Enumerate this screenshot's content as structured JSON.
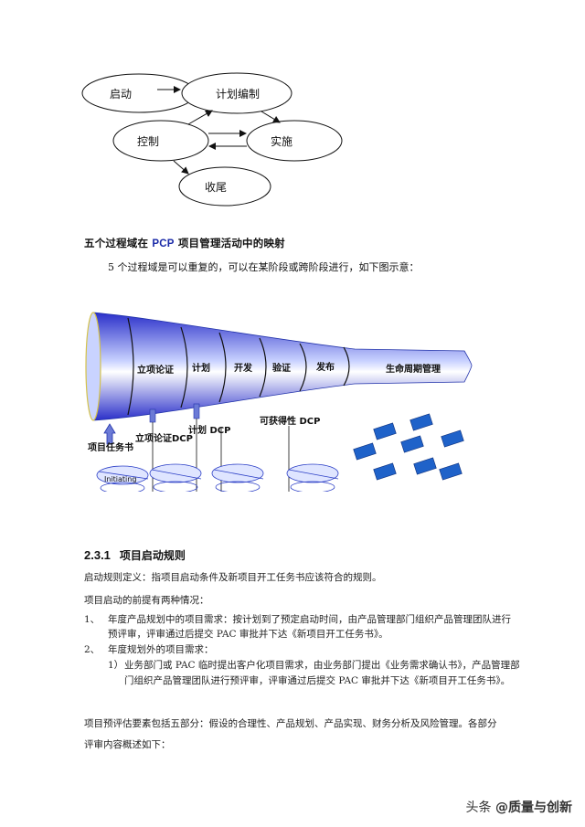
{
  "process_diagram": {
    "nodes": {
      "start": "启动",
      "plan": "计划编制",
      "control": "控制",
      "execute": "实施",
      "close": "收尾"
    }
  },
  "caption": {
    "prefix": "五个过程域在 ",
    "brand": "PCP",
    "suffix": " 项目管理活动中的映射"
  },
  "intro": "5 个过程域是可以重复的，可以在某阶段或跨阶段进行，如下图示意：",
  "funnel": {
    "stages": [
      "立项论证",
      "计划",
      "开发",
      "验证",
      "发布",
      "生命周期管理"
    ],
    "dcp_labels": [
      "立项论证DCP",
      "计划 DCP",
      "可获得性 DCP"
    ],
    "task_label": "项目任务书",
    "cycle_label": "Initiating"
  },
  "section": {
    "number": "2.3.1",
    "title": "项目启动规则"
  },
  "paragraphs": {
    "definition": "启动规则定义：指项目启动条件及新项目开工任务书应该符合的规则。",
    "premise": "项目启动的前提有两种情况：",
    "item1_num": "1、",
    "item1_line1": "年度产品规划中的项目需求：按计划到了预定启动时间，由产品管理部门组织产品管理团队进行",
    "item1_line2": "预评审，评审通过后提交 PAC 审批并下达《新项目开工任务书》。",
    "item2_num": "2、",
    "item2_line1": "年度规划外的项目需求：",
    "sub1_num": "1）",
    "sub1_line1": "业务部门或 PAC 临时提出客户化项目需求，由业务部门提出《业务需求确认书》，产品管理部",
    "sub1_line2": "门组织产品管理团队进行预评审，评审通过后提交 PAC 审批并下达《新项目开工任务书》。",
    "eval_line1": "项目预评估要素包括五部分：假设的合理性、产品规划、产品实现、财务分析及风险管理。各部分",
    "eval_line2": "评审内容概述如下："
  },
  "watermark": {
    "platform": "头条",
    "handle": "@质量与创新"
  }
}
